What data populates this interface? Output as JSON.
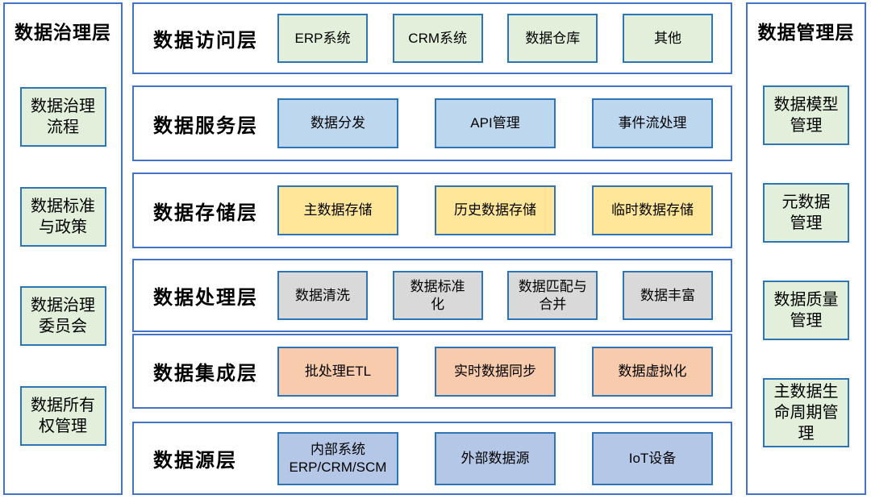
{
  "left_panel": {
    "title": "数据治理层",
    "items": [
      "数据治理\n流程",
      "数据标准\n与政策",
      "数据治理\n委员会",
      "数据所有\n权管理"
    ]
  },
  "right_panel": {
    "title": "数据管理层",
    "items": [
      "数据模型\n管理",
      "元数据\n管理",
      "数据质量\n管理",
      "主数据生\n命周期管\n理"
    ]
  },
  "layers": [
    {
      "label": "数据访问层",
      "box_color": "#E2EFDA",
      "boxes": [
        "ERP系统",
        "CRM系统",
        "数据仓库",
        "其他"
      ]
    },
    {
      "label": "数据服务层",
      "box_color": "#BDD7EE",
      "boxes": [
        "数据分发",
        "API管理",
        "事件流处理"
      ]
    },
    {
      "label": "数据存储层",
      "box_color": "#FFE699",
      "boxes": [
        "主数据存储",
        "历史数据存储",
        "临时数据存储"
      ]
    },
    {
      "label": "数据处理层",
      "box_color": "#D9D9D9",
      "boxes": [
        "数据清洗",
        "数据标准\n化",
        "数据匹配与\n合并",
        "数据丰富"
      ]
    },
    {
      "label": "数据集成层",
      "box_color": "#F8CBAD",
      "boxes": [
        "批处理ETL",
        "实时数据同步",
        "数据虚拟化"
      ]
    },
    {
      "label": "数据源层",
      "box_color": "#B4C7E7",
      "boxes": [
        "内部系统\nERP/CRM/SCM",
        "外部数据源",
        "IoT设备"
      ]
    }
  ],
  "colors": {
    "container_border": "#4472C4",
    "box_border": "#2E75B6",
    "side_box_fill": "#E2EFDA",
    "access_fill": "#E2EFDA",
    "service_fill": "#BDD7EE",
    "storage_fill": "#FFE699",
    "processing_fill": "#D9D9D9",
    "integration_fill": "#F8CBAD",
    "source_fill": "#B4C7E7",
    "background": "#FFFFFF"
  }
}
